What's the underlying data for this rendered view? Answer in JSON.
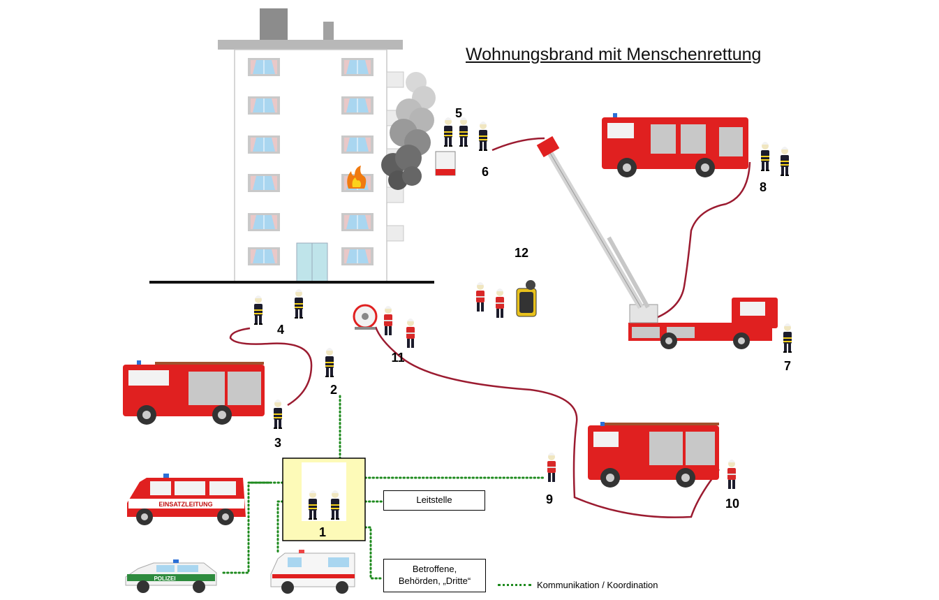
{
  "title": "Wohnungsbrand mit Menschenrettung",
  "markers": [
    {
      "id": "1",
      "label": "1"
    },
    {
      "id": "2",
      "label": "2"
    },
    {
      "id": "3",
      "label": "3"
    },
    {
      "id": "4",
      "label": "4"
    },
    {
      "id": "5",
      "label": "5"
    },
    {
      "id": "6",
      "label": "6"
    },
    {
      "id": "7",
      "label": "7"
    },
    {
      "id": "8",
      "label": "8"
    },
    {
      "id": "9",
      "label": "9"
    },
    {
      "id": "10",
      "label": "10"
    },
    {
      "id": "11",
      "label": "11"
    },
    {
      "id": "12",
      "label": "12"
    }
  ],
  "vehicles": {
    "command_van_text": "EINSATZLEITUNG",
    "police_car_text": "POLIZEI"
  },
  "boxes": {
    "leitstelle": "Leitstelle",
    "betroffene_line1": "Betroffene,",
    "betroffene_line2": "Behörden, „Dritte“"
  },
  "legend": {
    "label": "Kommunikation / Koordination",
    "color": "#1e8a1e"
  },
  "colors": {
    "hose": "#9b1b30",
    "engine_red": "#e02020",
    "comm_line": "#1e8a1e",
    "command_box": "#fdfab8"
  }
}
